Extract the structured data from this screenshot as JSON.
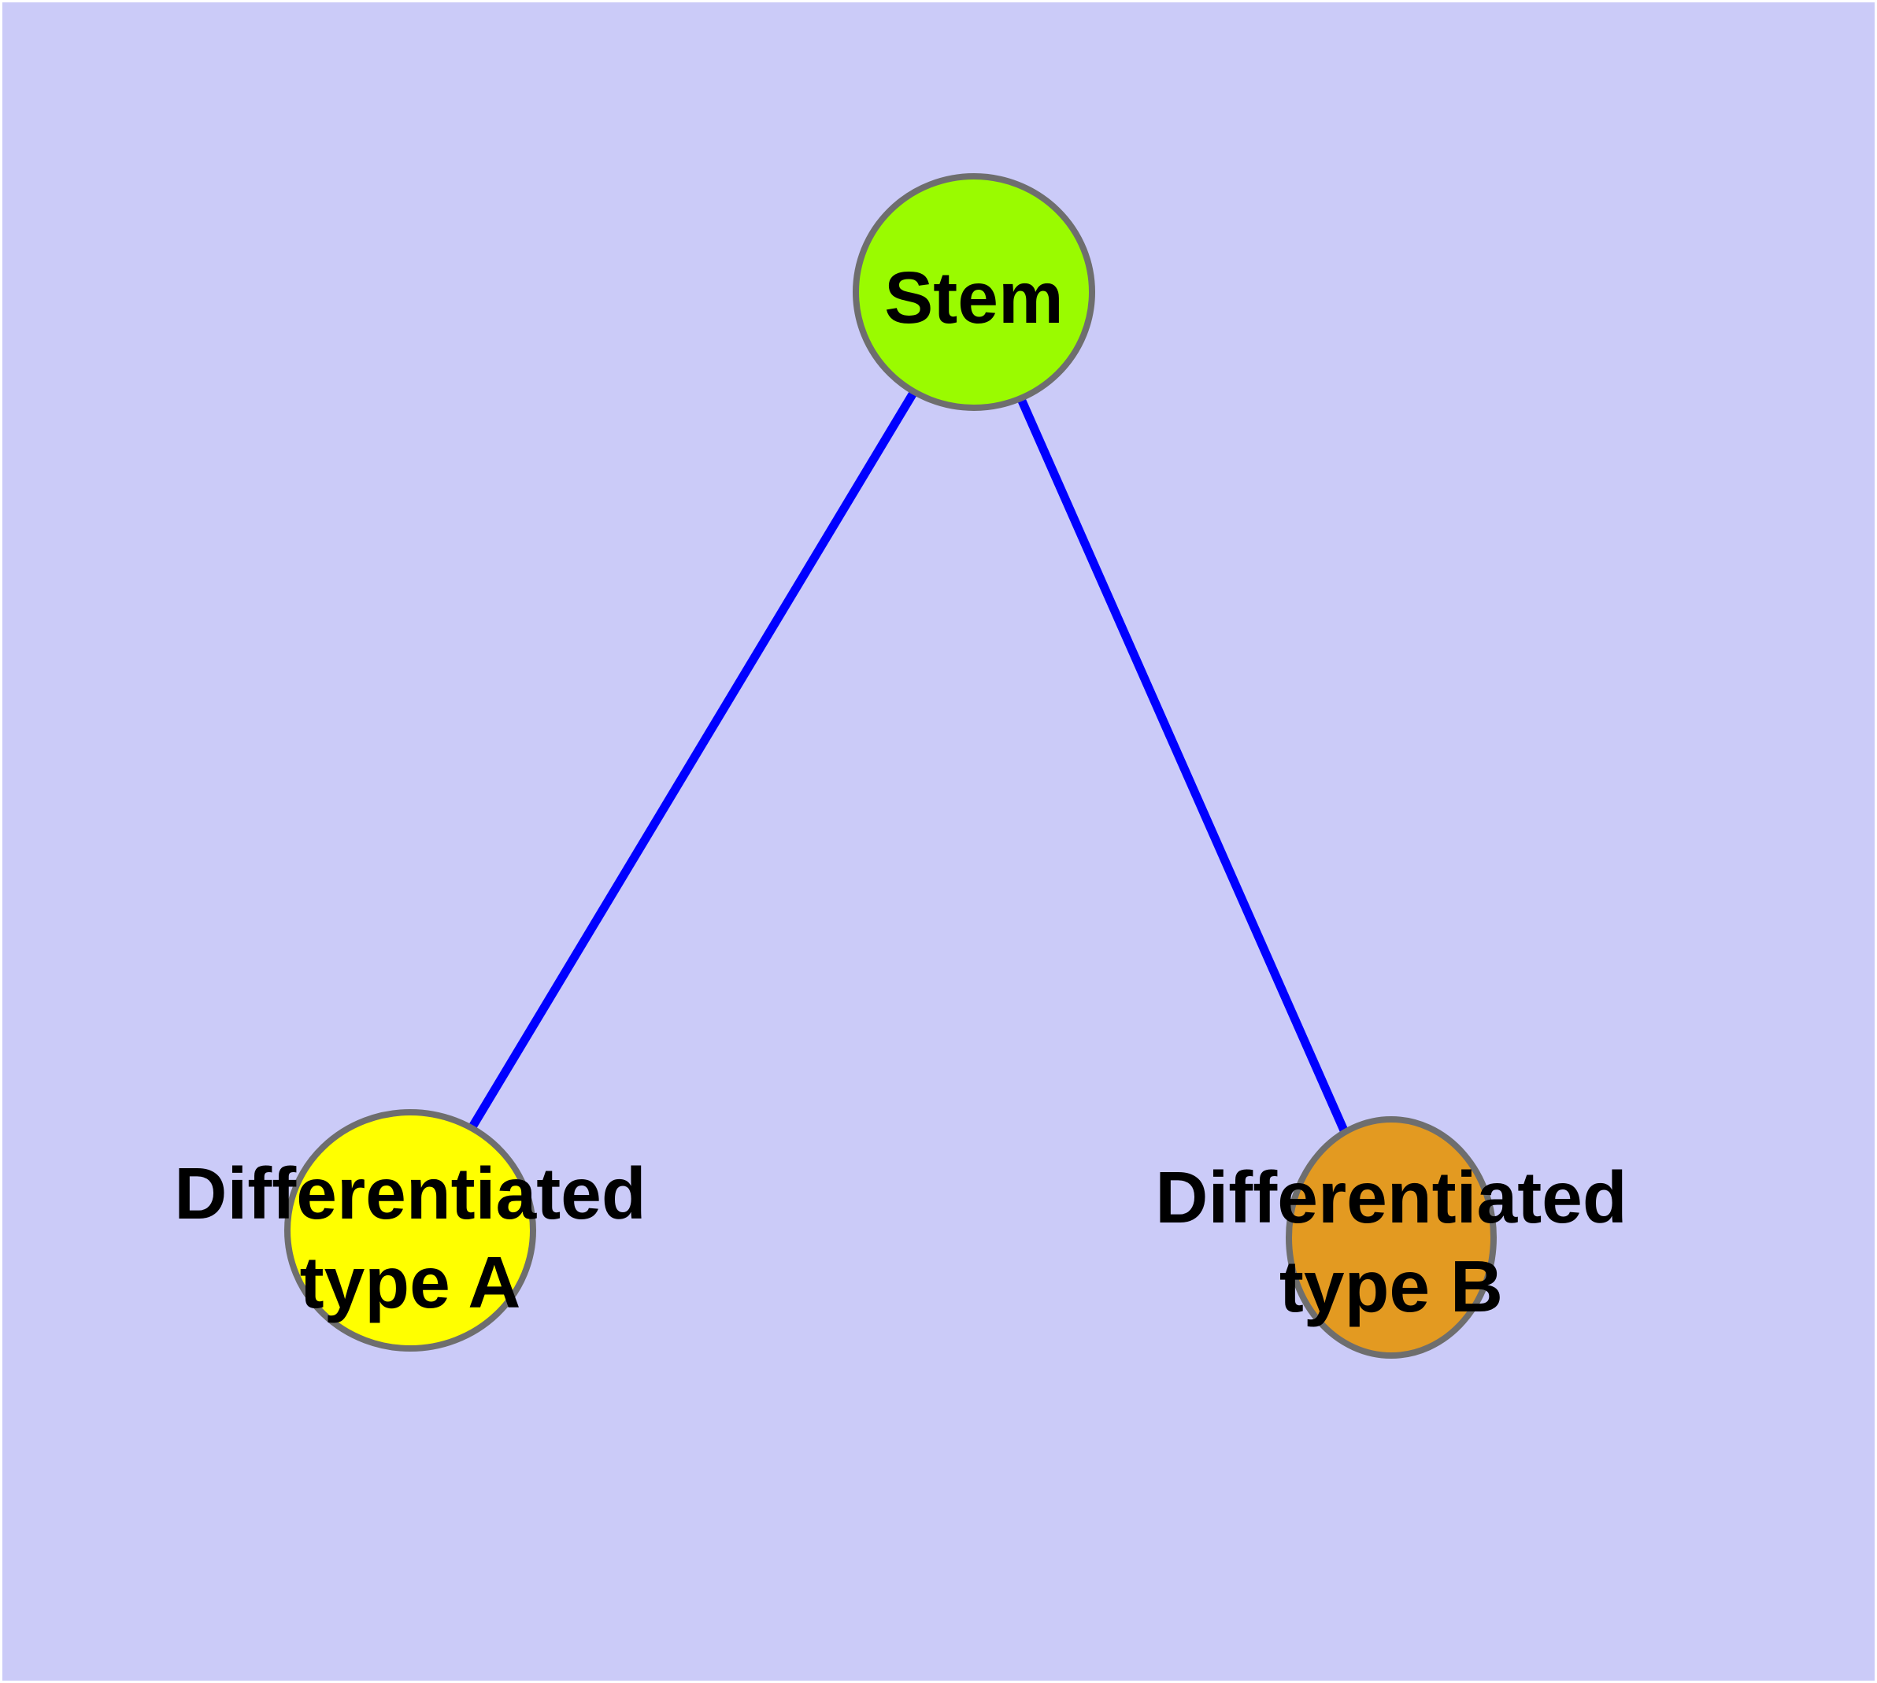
{
  "figure": {
    "type": "node-link tree diagram",
    "background_color": "#CBCBF8",
    "frame_color": "#FFFFFF",
    "edge_color": "#0000FF",
    "node_border_color": "#6E6E6E",
    "label_color": "#000000"
  },
  "nodes": [
    {
      "id": "stem",
      "label": "Stem",
      "line1": "Stem",
      "color": "#9AFB00"
    },
    {
      "id": "differentiated-type-a",
      "label": "Differentiated type A",
      "line1": "Differentiated",
      "line2": "type A",
      "color": "#FFFF00"
    },
    {
      "id": "differentiated-type-b",
      "label": "Differentiated type B",
      "line1": "Differentiated",
      "line2": "type B",
      "color": "#E39A21"
    }
  ],
  "edges": [
    {
      "from": "Stem",
      "to": "Differentiated type A"
    },
    {
      "from": "Stem",
      "to": "Differentiated type B"
    }
  ]
}
